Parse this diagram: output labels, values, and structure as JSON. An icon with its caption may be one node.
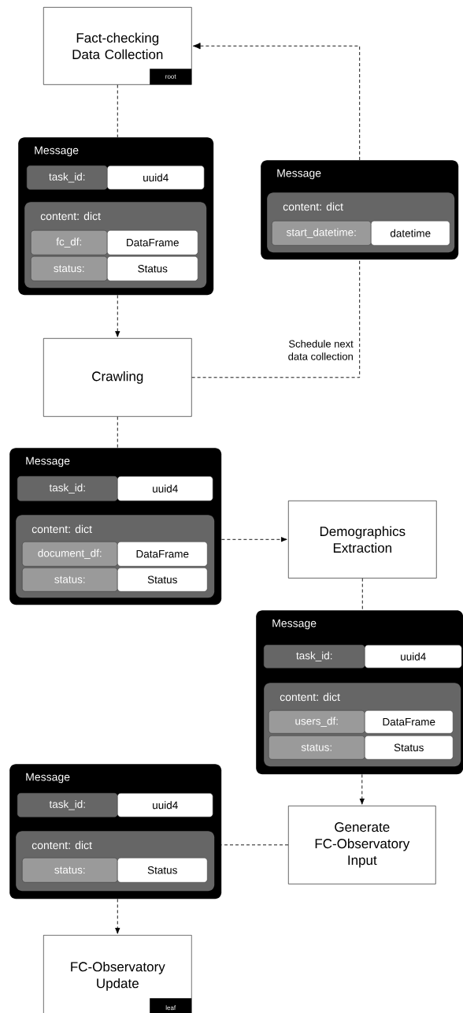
{
  "diagram": {
    "nodes": [
      {
        "text": [
          "Fact-checking Data Collection"
        ]
      },
      {
        "text": [
          "root"
        ],
        "in": 0
      },
      {
        "text": [
          "Message"
        ]
      },
      {
        "text": [
          "task_id:"
        ],
        "in": 2
      },
      {
        "text": [
          "uuid4"
        ],
        "in": 2
      },
      {
        "text": [
          "content: dict"
        ],
        "in": 2
      },
      {
        "text": [
          "fc_df:"
        ],
        "in": 5
      },
      {
        "text": [
          "DataFrame"
        ],
        "in": 5
      },
      {
        "text": [
          "status:"
        ],
        "in": 5
      },
      {
        "text": [
          "Status"
        ],
        "in": 5
      },
      {
        "text": [
          "Message"
        ]
      },
      {
        "text": [
          "content: dict"
        ],
        "in": 10
      },
      {
        "text": [
          "start_datetime:"
        ],
        "in": 11
      },
      {
        "text": [
          "datetime"
        ],
        "in": 11
      },
      {
        "text": [
          "Crawling"
        ]
      },
      {
        "text": [
          "Message"
        ]
      },
      {
        "text": [
          "task_id:"
        ],
        "in": 15
      },
      {
        "text": [
          "uuid4"
        ],
        "in": 15
      },
      {
        "text": [
          "content: dict"
        ],
        "in": 15
      },
      {
        "text": [
          "document_df:"
        ],
        "in": 18
      },
      {
        "text": [
          "DataFrame"
        ],
        "in": 18
      },
      {
        "text": [
          "status:"
        ],
        "in": 18
      },
      {
        "text": [
          "Status"
        ],
        "in": 18
      },
      {
        "text": [
          "Demographics Extraction"
        ]
      },
      {
        "text": [
          "Message"
        ]
      },
      {
        "text": [
          "task_id:"
        ],
        "in": 24
      },
      {
        "text": [
          "uuid4"
        ],
        "in": 24
      },
      {
        "text": [
          "content: dict"
        ],
        "in": 24
      },
      {
        "text": [
          "users_df:"
        ],
        "in": 27
      },
      {
        "text": [
          "DataFrame"
        ],
        "in": 27
      },
      {
        "text": [
          "status:"
        ],
        "in": 27
      },
      {
        "text": [
          "Status"
        ],
        "in": 27
      },
      {
        "text": [
          "Generate FC-Observatory Input"
        ]
      },
      {
        "text": [
          "Message"
        ]
      },
      {
        "text": [
          "task_id:"
        ],
        "in": 33
      },
      {
        "text": [
          "uuid4"
        ],
        "in": 33
      },
      {
        "text": [
          "content: dict"
        ],
        "in": 33
      },
      {
        "text": [
          "status:"
        ],
        "in": 36
      },
      {
        "text": [
          "Status"
        ],
        "in": 36
      },
      {
        "text": [
          "FC-Observatory Update"
        ]
      },
      {
        "text": [
          "leaf"
        ],
        "in": 39
      }
    ],
    "edges": [
      {
        "from": 0,
        "to": 2,
        "arrow": "none",
        "style": "dashed"
      },
      {
        "from": 2,
        "to": 14,
        "arrow": "to",
        "style": "dashed"
      },
      {
        "from": 14,
        "to": 10,
        "arrow": "none",
        "style": "dashed",
        "label": "Schedule next data collection"
      },
      {
        "from": 10,
        "to": 0,
        "arrow": "to",
        "style": "dashed"
      },
      {
        "from": 14,
        "to": 15,
        "arrow": "none",
        "style": "dashed"
      },
      {
        "from": 15,
        "to": 23,
        "arrow": "to",
        "style": "dashed"
      },
      {
        "from": 23,
        "to": 24,
        "arrow": "none",
        "style": "dashed"
      },
      {
        "from": 24,
        "to": 32,
        "arrow": "to",
        "style": "dashed"
      },
      {
        "from": 32,
        "to": 33,
        "arrow": "none",
        "style": "dashed"
      },
      {
        "from": 33,
        "to": 39,
        "arrow": "to",
        "style": "dashed"
      }
    ]
  }
}
